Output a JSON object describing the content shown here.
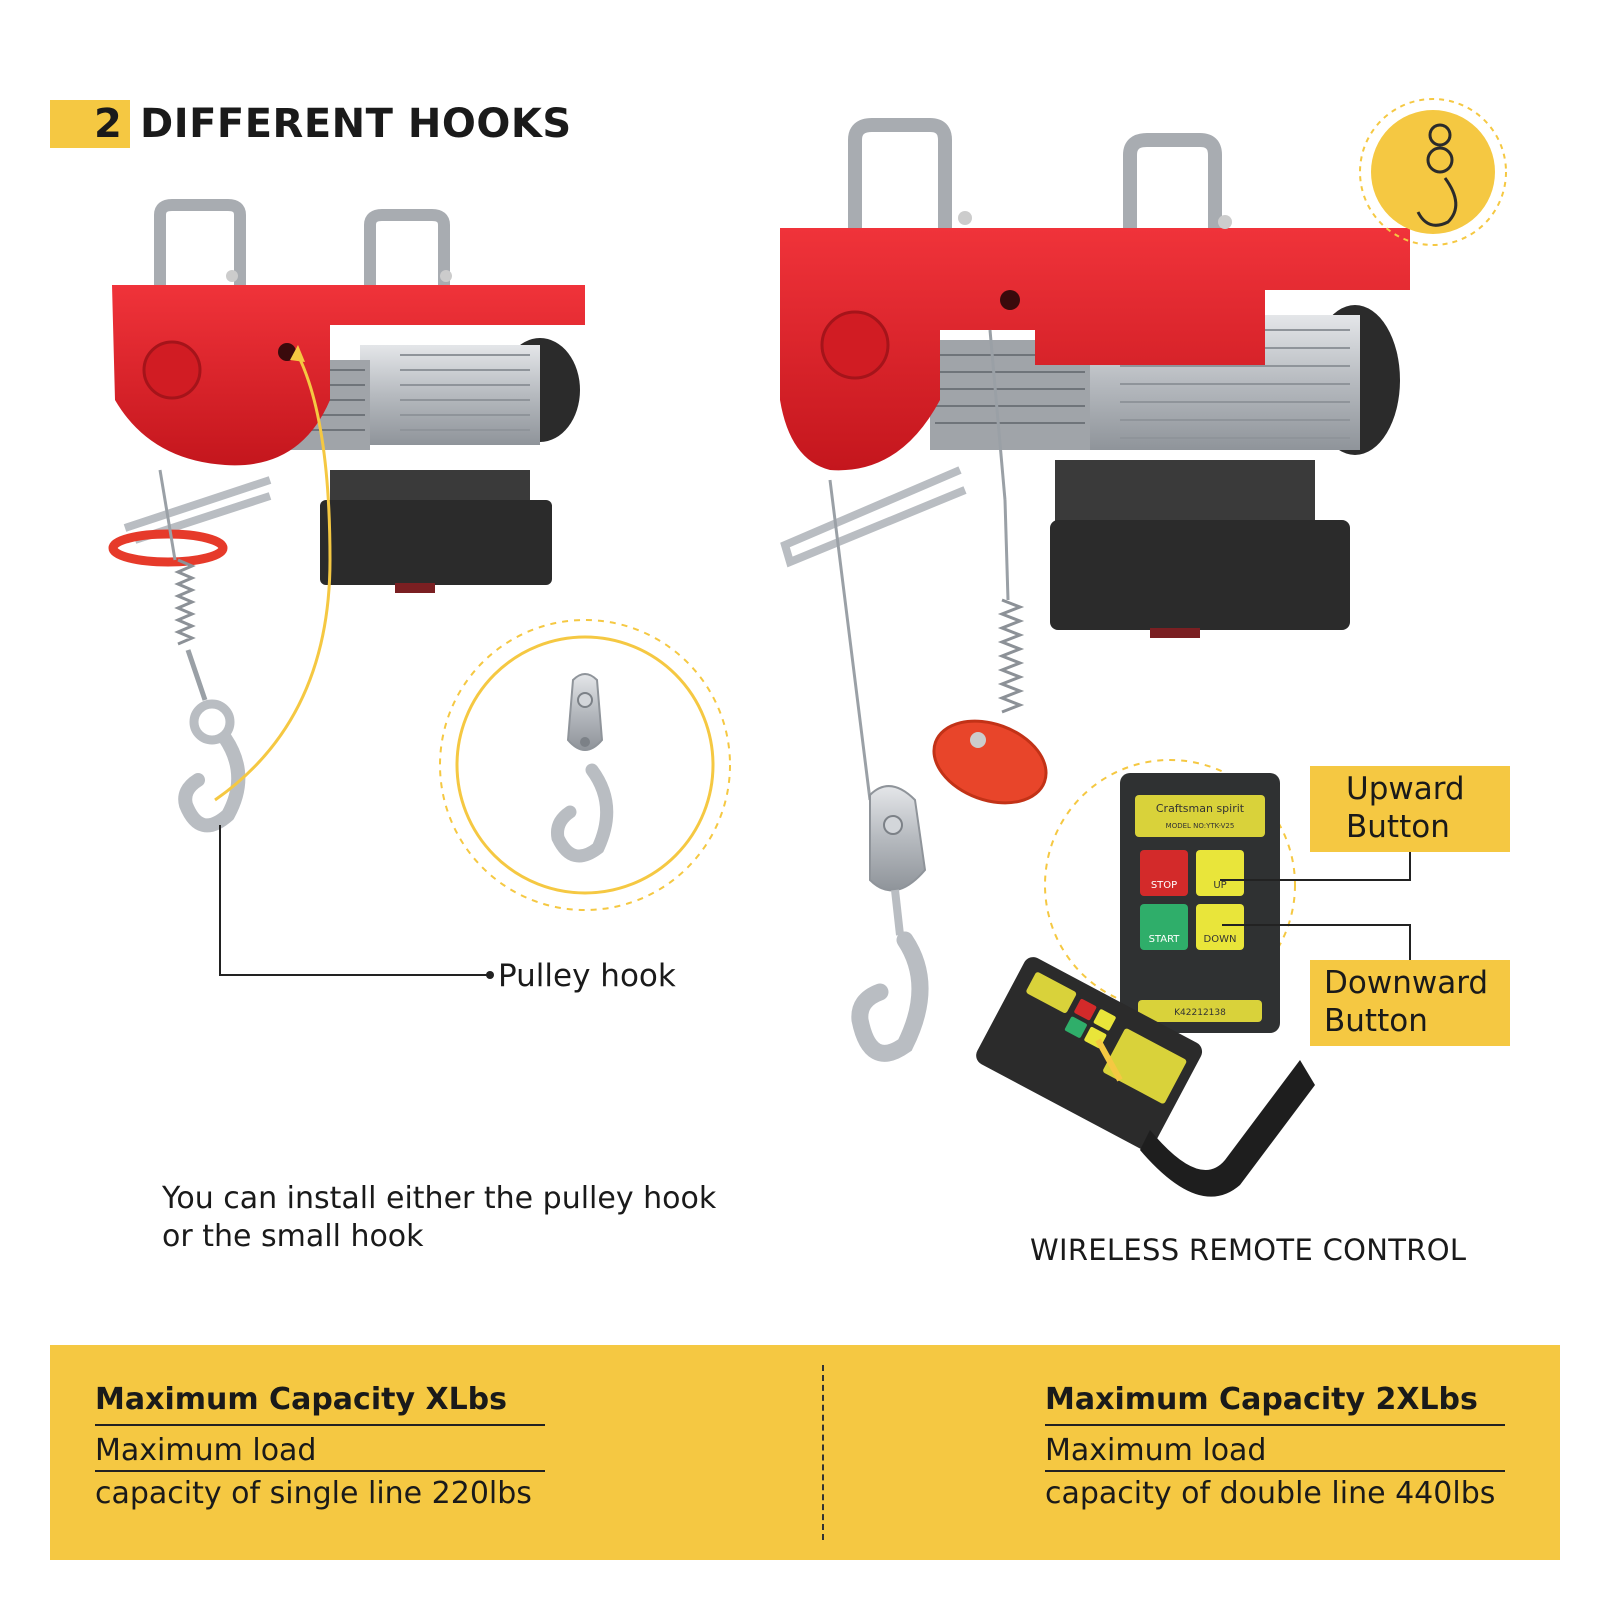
{
  "header": {
    "number": "2",
    "title": "DIFFERENT HOOKS"
  },
  "left": {
    "pulley_label": "Pulley hook",
    "install_text": "You can install either the pulley hook or the small hook"
  },
  "right": {
    "upward_button": "Upward Button",
    "downward_button": "Downward Button",
    "wireless_label": "WIRELESS REMOTE CONTROL",
    "remote": {
      "brand": "Craftsman spirit",
      "model": "MODEL NO:YTK-V25",
      "stop": "STOP",
      "up": "UP",
      "start": "START",
      "down": "DOWN",
      "serial": "K42212138"
    }
  },
  "capacity": [
    {
      "title": "Maximum Capacity XLbs",
      "line1": "Maximum load",
      "line2": "capacity of single line 220lbs"
    },
    {
      "title": "Maximum Capacity 2XLbs",
      "line1": "Maximum load",
      "line2": "capacity of double line 440lbs"
    }
  ],
  "colors": {
    "accent_yellow": "#f5c842",
    "hoist_red": "#e8222a",
    "motor_silver": "#c9ccd0",
    "box_black": "#2b2b2b"
  }
}
